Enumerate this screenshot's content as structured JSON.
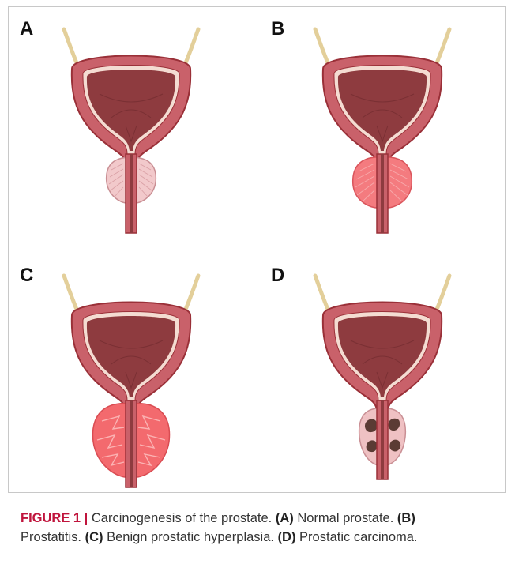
{
  "panels": [
    {
      "letter": "A",
      "prostate": "normal",
      "fill": "#f2c9cb"
    },
    {
      "letter": "B",
      "prostate": "prostatitis",
      "fill": "#f47b7f"
    },
    {
      "letter": "C",
      "prostate": "hyperplasia",
      "fill": "#f36a6e"
    },
    {
      "letter": "D",
      "prostate": "carcinoma",
      "fill": "#efc1c3",
      "tumor_color": "#5b3b34"
    }
  ],
  "colors": {
    "bladder_wall": "#c9616a",
    "bladder_lumen": "#8e3b3f",
    "ureter": "#e3cf9a",
    "outline": "#9a3038"
  },
  "caption": {
    "label": "FIGURE 1 |",
    "title": " Carcinogenesis of the prostate. ",
    "a_label": "(A)",
    "a_text": " Normal prostate. ",
    "b_label": "(B)",
    "b_text": " Prostatitis. ",
    "c_label": "(C)",
    "c_text": " Benign prostatic hyperplasia. ",
    "d_label": "(D)",
    "d_text": " Prostatic carcinoma."
  }
}
